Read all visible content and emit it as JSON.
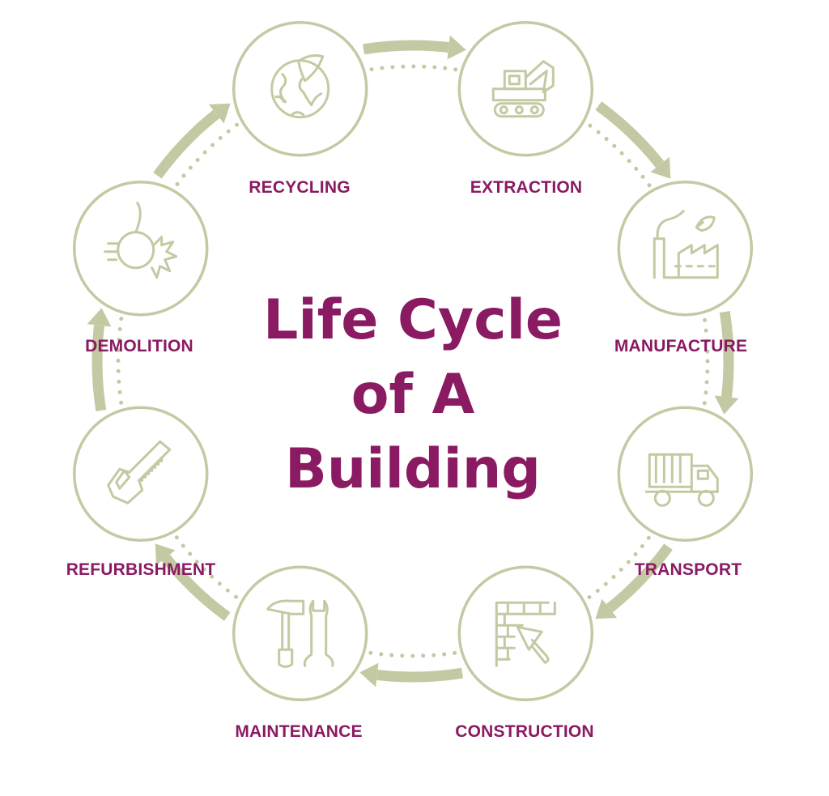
{
  "title": {
    "line1": "Life Cycle",
    "line2": "of A",
    "line3": "Building"
  },
  "colors": {
    "accent": "#8a1a62",
    "ring": "#c5c9a3"
  },
  "stages": [
    {
      "label": "RECYCLING",
      "icon": "globe-leaf-icon"
    },
    {
      "label": "EXTRACTION",
      "icon": "excavator-icon"
    },
    {
      "label": "MANUFACTURE",
      "icon": "factory-icon"
    },
    {
      "label": "TRANSPORT",
      "icon": "dump-truck-icon"
    },
    {
      "label": "CONSTRUCTION",
      "icon": "brick-wall-trowel-icon"
    },
    {
      "label": "MAINTENANCE",
      "icon": "hammer-wrench-icon"
    },
    {
      "label": "REFURBISHMENT",
      "icon": "saw-icon"
    },
    {
      "label": "DEMOLITION",
      "icon": "wrecking-ball-icon"
    }
  ]
}
